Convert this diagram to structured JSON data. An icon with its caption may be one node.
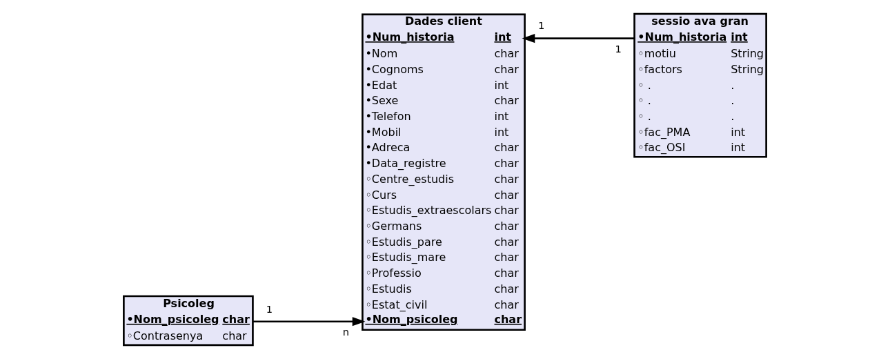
{
  "diagram": {
    "nodes": [
      {
        "text": [
          "Psicoleg",
          "•Nom_psicoleg",
          "char",
          "◦Contrasenya",
          "char"
        ]
      },
      {
        "text": [
          "Dades client",
          "•Num_historia",
          "int",
          "•Nom",
          "char",
          "•Cognoms",
          "char",
          "•Edat",
          "int",
          "•Sexe",
          "char",
          "•Telefon",
          "int",
          "•Mobil",
          "int",
          "•Adreca",
          "char",
          "•Data_registre",
          "char",
          "◦Centre_estudis",
          "char",
          "◦Curs",
          "char",
          "◦Estudis_extraescolars",
          "char",
          "◦Germans",
          "char",
          "◦Estudis_pare",
          "char",
          "◦Estudis_mare",
          "char",
          "◦Professio",
          "char",
          "◦Estudis",
          "char",
          "◦Estat_civil",
          "char",
          "•Nom_psicoleg",
          "char"
        ]
      },
      {
        "text": [
          "sessio ava gran",
          "•Num_historia",
          "int",
          "◦motiu",
          "String",
          "◦factors",
          "String",
          "◦ .",
          ".",
          "◦ .",
          ".",
          "◦ .",
          ".",
          "◦fac_PMA",
          "int",
          "◦fac_OSI",
          "int"
        ]
      }
    ],
    "edges": [
      {
        "from": 0,
        "to": 1,
        "arrow": "to"
      },
      {
        "from": 2,
        "to": 1,
        "arrow": "to"
      }
    ],
    "labels": [
      "1",
      "n",
      "1",
      "1"
    ]
  }
}
